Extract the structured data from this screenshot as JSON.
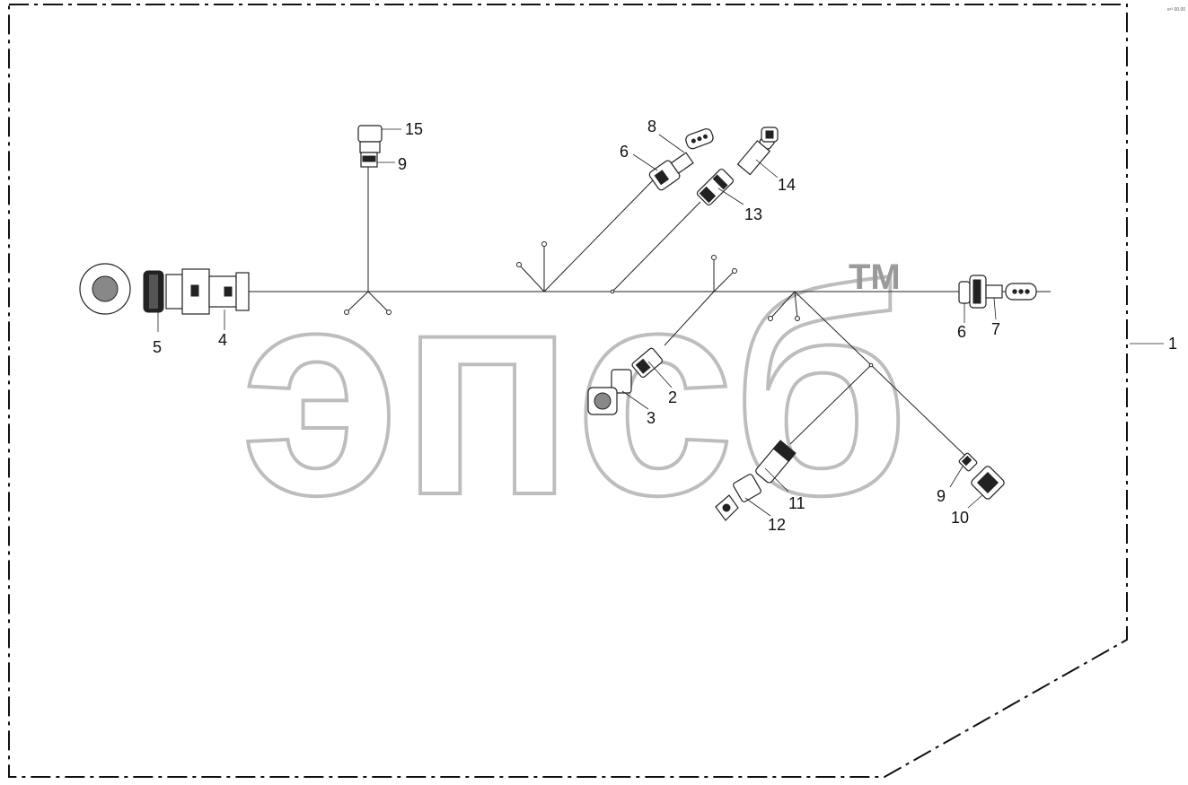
{
  "diagram": {
    "reference_code": "e¹³ 00.00",
    "watermark": {
      "text": "эпсб",
      "tm": "TM"
    },
    "callouts": {
      "c1": "1",
      "c2": "2",
      "c3": "3",
      "c4": "4",
      "c5": "5",
      "c6a": "6",
      "c6b": "6",
      "c7": "7",
      "c8": "8",
      "c9a": "9",
      "c9b": "9",
      "c10": "10",
      "c11": "11",
      "c12": "12",
      "c13": "13",
      "c14": "14",
      "c15": "15"
    }
  }
}
